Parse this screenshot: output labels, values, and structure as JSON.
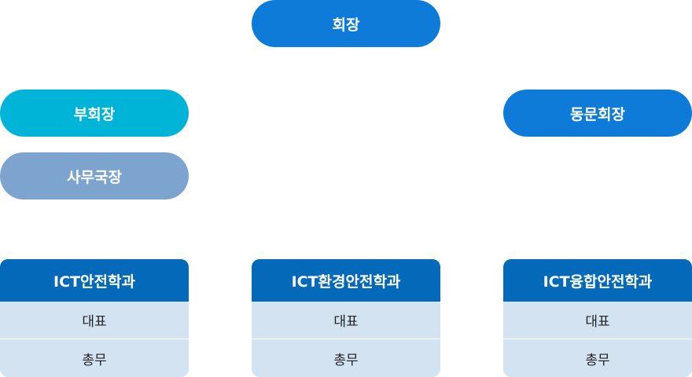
{
  "colors": {
    "president": "#0f7bd9",
    "vice_president": "#00b4d8",
    "secretary_general": "#7da4cf",
    "alumni_president": "#0f7bd9",
    "dept_header": "#0469b9",
    "dept_row": "#d4e3f1"
  },
  "top": {
    "president": "회장"
  },
  "left": {
    "vice_president": "부회장",
    "secretary_general": "사무국장"
  },
  "right": {
    "alumni_president": "동문회장"
  },
  "departments": [
    {
      "name": "ICT안전학과",
      "rows": [
        "대표",
        "총무"
      ]
    },
    {
      "name": "ICT환경안전학과",
      "rows": [
        "대표",
        "총무"
      ]
    },
    {
      "name": "ICT융합안전학과",
      "rows": [
        "대표",
        "총무"
      ]
    }
  ]
}
